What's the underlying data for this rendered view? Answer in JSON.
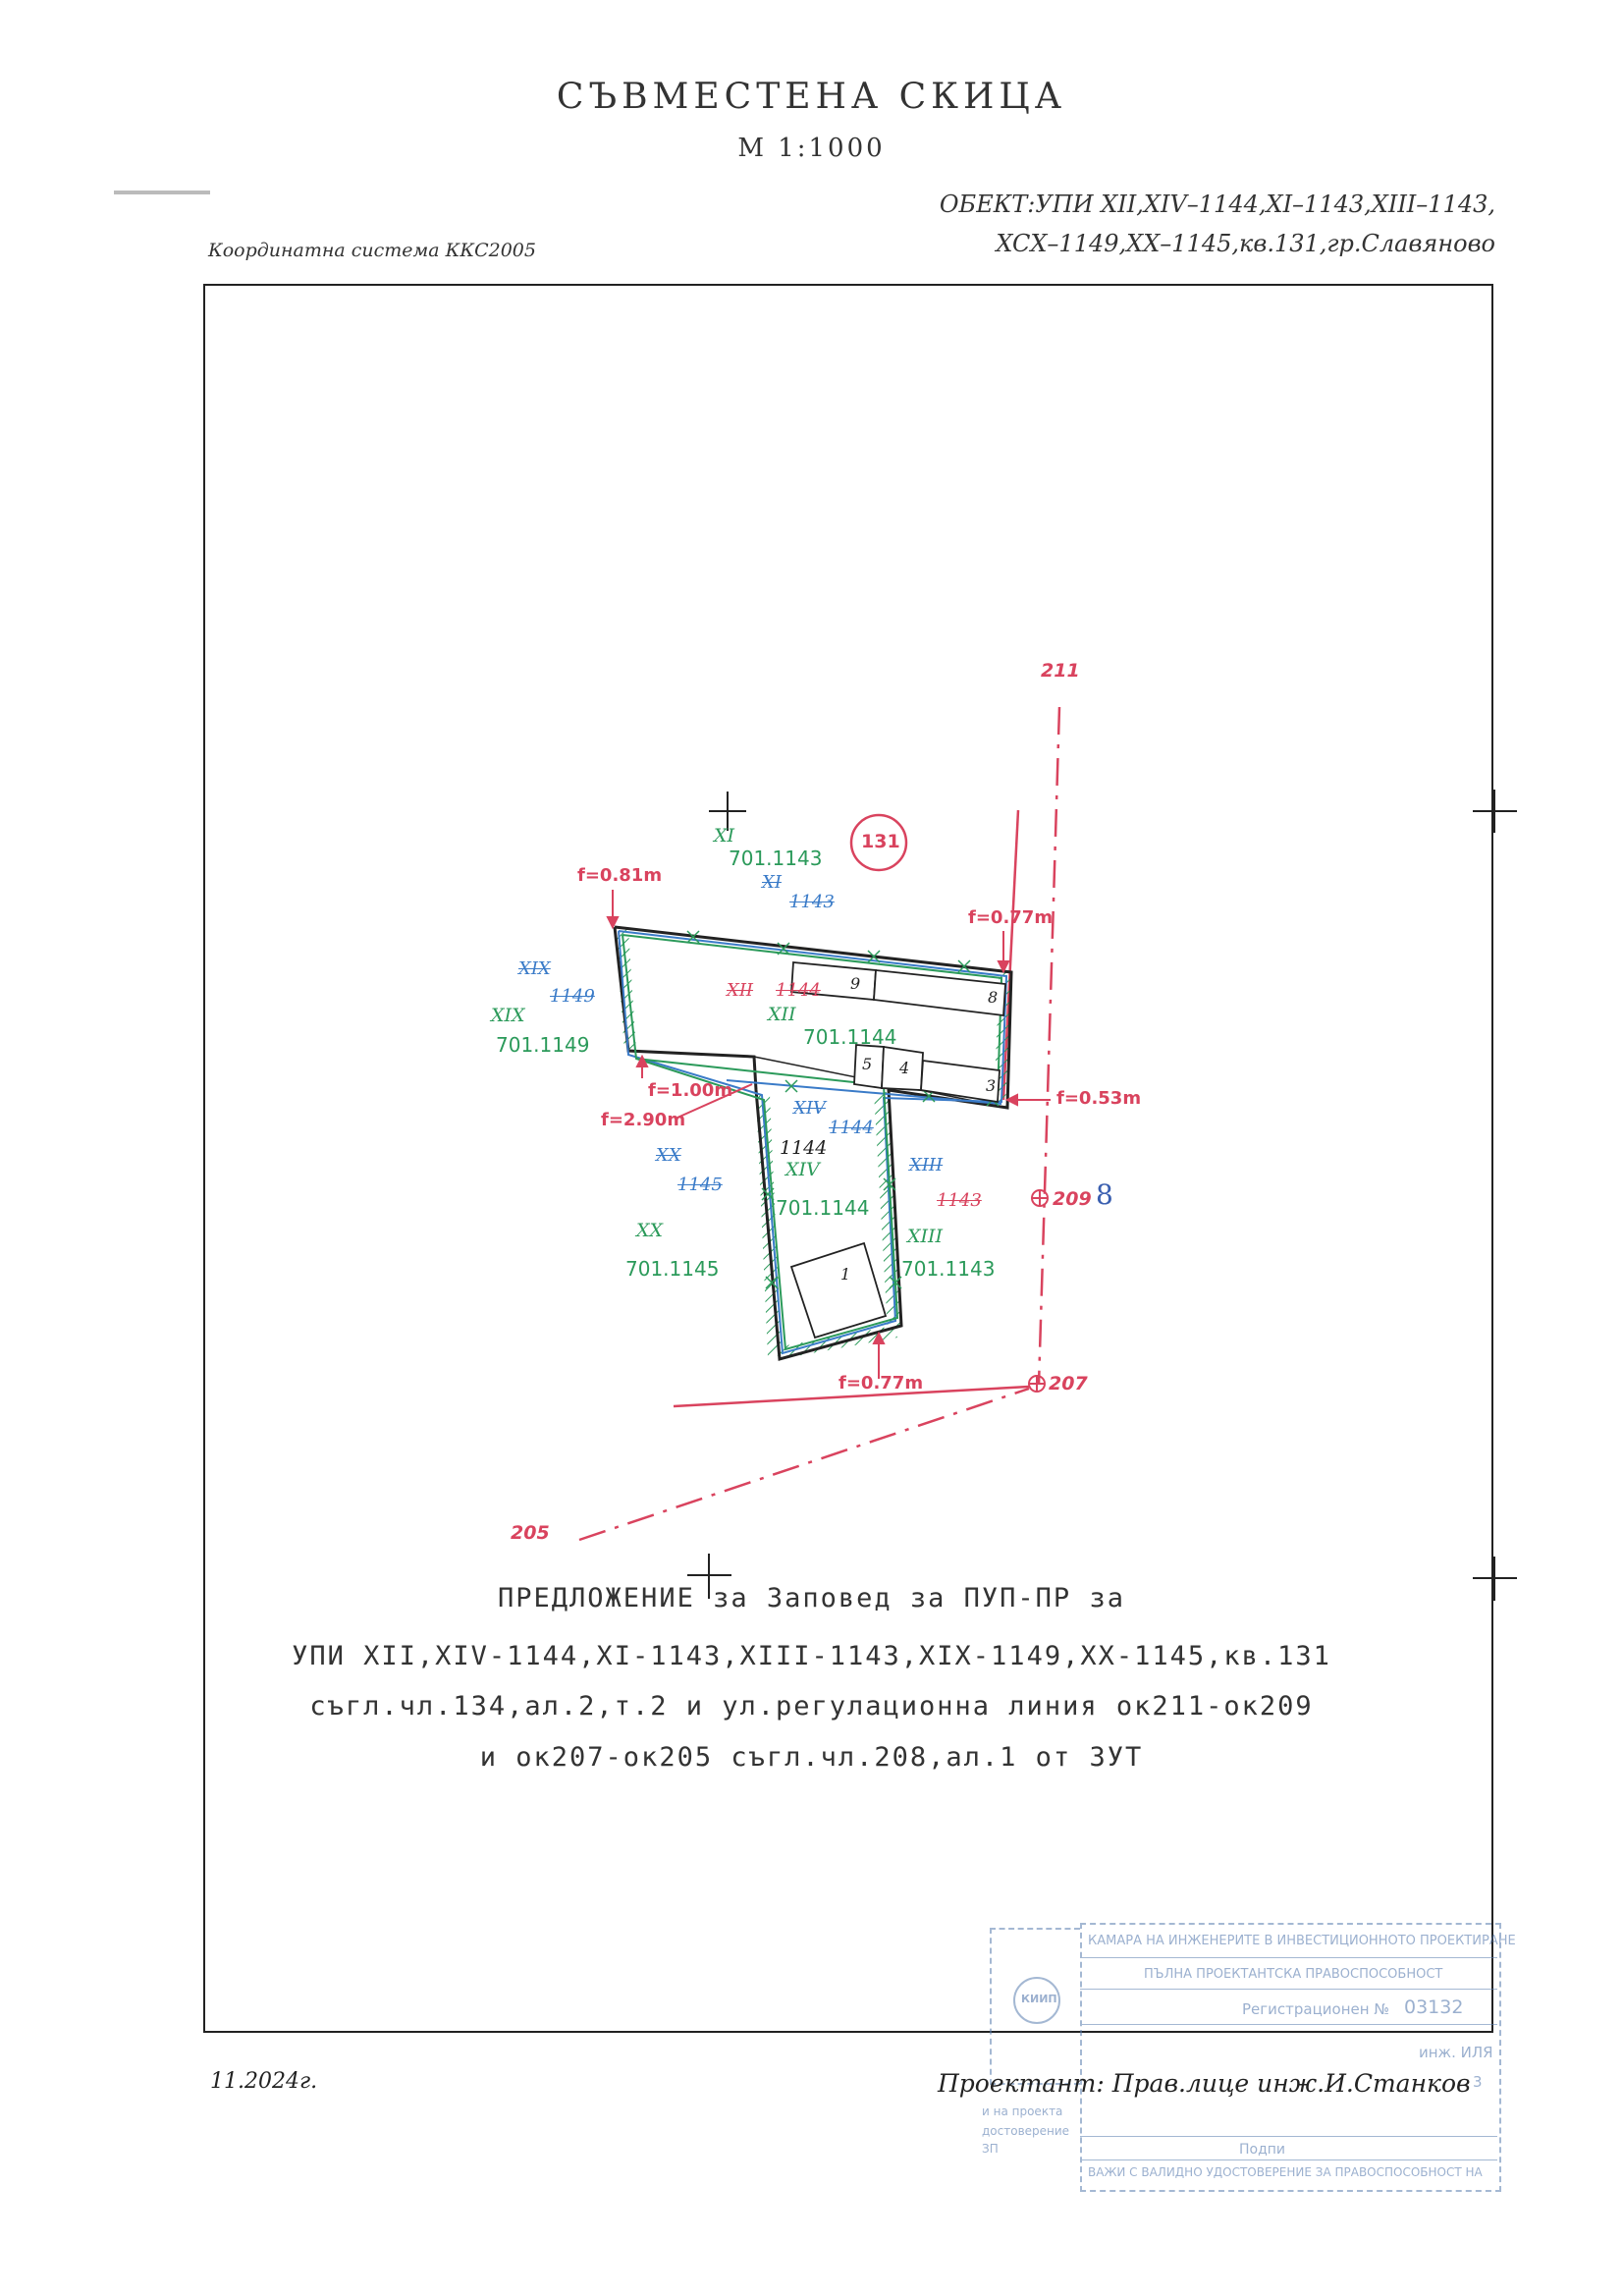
{
  "header": {
    "title": "СЪВМЕСТЕНА СКИЦА",
    "scale": "М 1:1000",
    "object_line1": "ОБЕКТ:УПИ XII,XIV–1144,XI–1143,XIII–1143,",
    "object_line2": "XCX–1149,XX–1145,кв.131,гр.Славяново",
    "coordinate_system": "Координатна система ККС2005"
  },
  "colors": {
    "regulation": "#d9435e",
    "proposed": "#2b9a5a",
    "existing": "#3a7bc8",
    "outline": "#222222"
  },
  "map": {
    "block_number": "131",
    "points": {
      "p211": "211",
      "p209": "209",
      "p209_note": "8",
      "p207": "207",
      "p205": "205"
    },
    "offsets": {
      "f1": "f=0.81m",
      "f2": "f=0.77m",
      "f3": "f=1.00m",
      "f4": "f=2.90m",
      "f5": "f=0.53m",
      "f6": "f=0.77m"
    },
    "proposed_labels": {
      "xi_roman": "XI",
      "xi_id": "701.1143",
      "xii_roman": "XII",
      "xii_id": "701.1144",
      "xix_roman": "XIX",
      "xix_id": "701.1149",
      "xiv_roman": "XIV",
      "xiv_id": "701.1144",
      "xx_roman": "XX",
      "xx_id": "701.1145",
      "xiii_roman": "XIII",
      "xiii_id": "701.1143"
    },
    "existing_labels": {
      "xi_a": "XI",
      "xi_b": "1143",
      "xii_a": "XII",
      "xii_b": "1144",
      "xix_a": "XIX",
      "xix_b": "1149",
      "xiv_a": "XIV",
      "xiv_b": "1144",
      "xx_a": "XX",
      "xx_b": "1145",
      "xiii_a": "XIII",
      "xiii_b": "1143"
    },
    "parcel_number": "1144",
    "buildings": {
      "b9": "9",
      "b8": "8",
      "b5": "5",
      "b4": "4",
      "b3": "3",
      "b1": "1"
    }
  },
  "proposal": {
    "line1": "ПРЕДЛОЖЕНИЕ за Заповед за ПУП-ПР за",
    "line2": "УПИ XII,XIV-1144,XI-1143,XIII-1143,XIX-1149,XX-1145,кв.131",
    "line3": "съгл.чл.134,ал.2,т.2 и ул.регулационна линия ок211-ок209",
    "line4": "и ок207-ок205 съгл.чл.208,ал.1 от ЗУТ"
  },
  "footer": {
    "date": "11.2024г.",
    "designer": "Проектант: Прав.лице инж.И.Станков"
  },
  "stamp": {
    "chamber": "КАМАРА НА ИНЖЕНЕРИТЕ В ИНВЕСТИЦИОННОТО ПРОЕКТИРАНЕ",
    "capacity": "ПЪЛНА ПРОЕКТАНТСКА ПРАВОСПОСОБНОСТ",
    "reg_label": "Регистрационен №",
    "reg_number": "03132",
    "eng": "инж. ИЛЯ",
    "eng_suffix": "3",
    "left1": "и на проекта",
    "left2": "достоверение",
    "left3": "ЗП",
    "sign": "Подпи",
    "valid": "ВАЖИ С ВАЛИДНО УДОСТОВЕРЕНИЕ ЗА ПРАВОСПОСОБНОСТ НА",
    "logo_text": "КИИП"
  }
}
